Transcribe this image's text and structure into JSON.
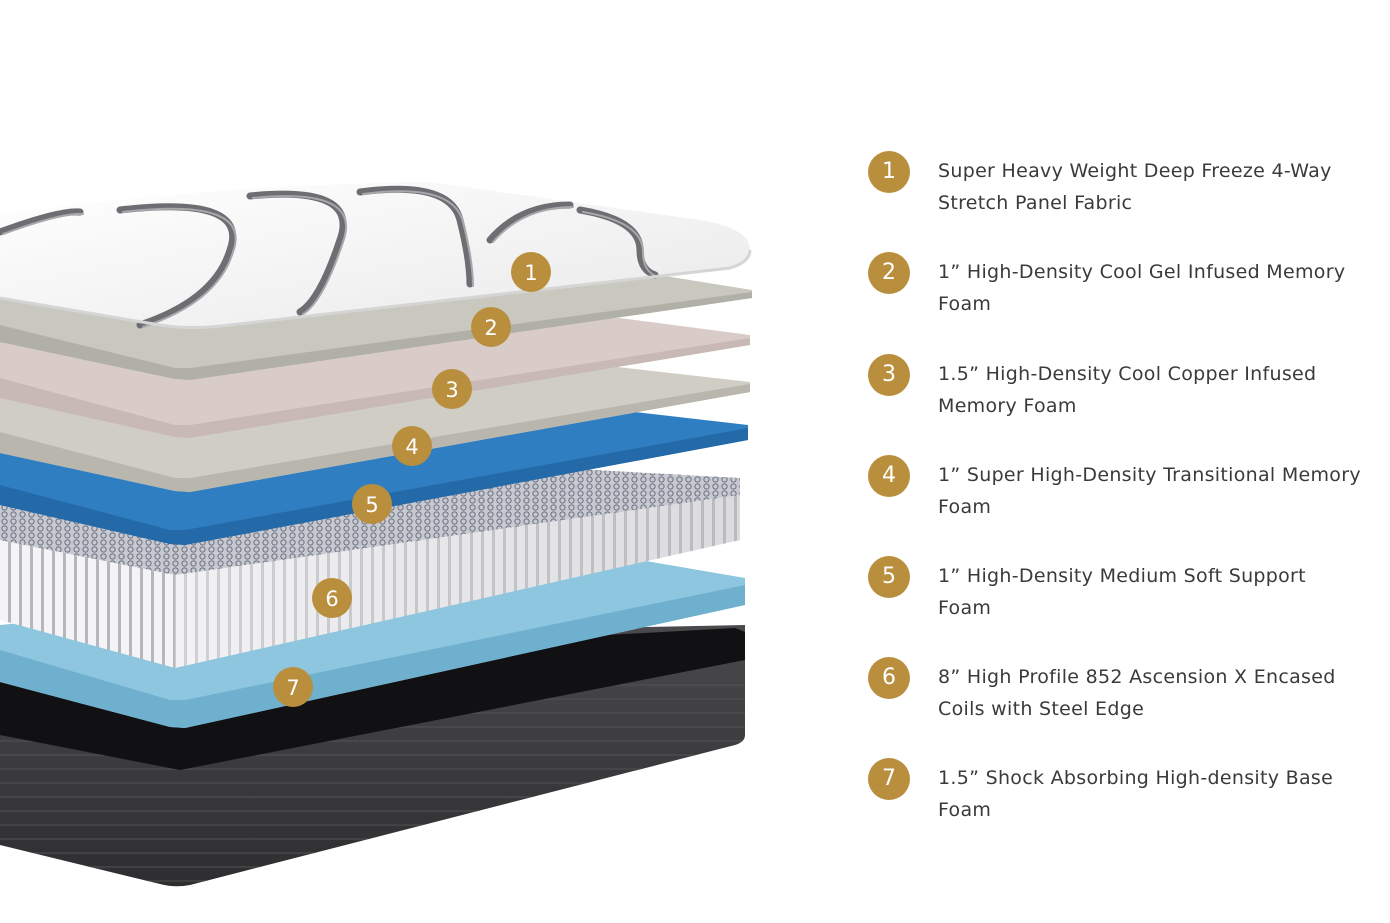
{
  "colors": {
    "badge": "#b98f3e",
    "text": "#3a3a3a",
    "fabric": "#f7f7f7",
    "gel_foam": "#c9c8bf",
    "copper_foam": "#d9ccc8",
    "transitional_foam": "#cfcdc4",
    "support_foam": "#2f7ec2",
    "coils": "#dcdcde",
    "base_foam": "#8fc6df",
    "base": "#3a3a3c"
  },
  "layers": [
    {
      "number": "1",
      "description": "Super Heavy Weight Deep Freeze 4-Way Stretch Panel Fabric"
    },
    {
      "number": "2",
      "description": "1” High-Density Cool Gel Infused Memory Foam"
    },
    {
      "number": "3",
      "description": "1.5” High-Density Cool Copper Infused Memory Foam"
    },
    {
      "number": "4",
      "description": "1” Super High-Density Transitional Memory Foam"
    },
    {
      "number": "5",
      "description": "1” High-Density Medium Soft Support Foam"
    },
    {
      "number": "6",
      "description": "8” High Profile 852 Ascension X Encased Coils with Steel Edge"
    },
    {
      "number": "7",
      "description": "1.5” Shock Absorbing High-density Base Foam"
    }
  ]
}
